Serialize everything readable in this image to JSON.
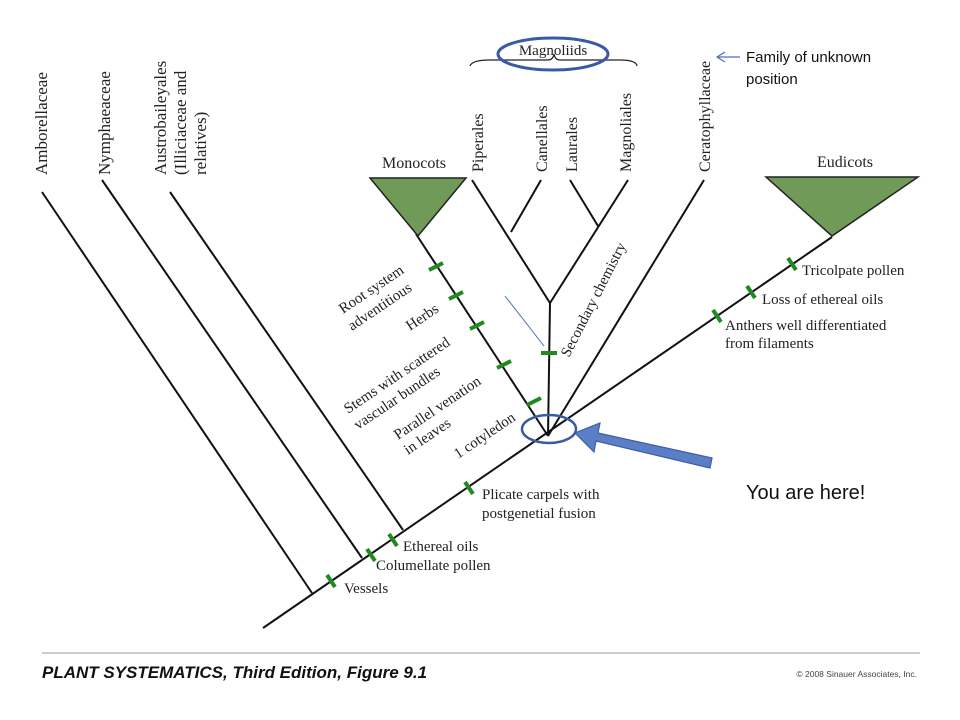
{
  "taxa": {
    "amborellaceae": "Amborellaceae",
    "nymphaeaceae": "Nymphaeaceae",
    "austrobaileyales": [
      "Austrobaileyales",
      "(Illiciaceae and",
      "relatives)"
    ],
    "monocots": "Monocots",
    "magnoliids": "Magnoliids",
    "piperales": "Piperales",
    "canellales": "Canellales",
    "laurales": "Laurales",
    "magnoliales": "Magnoliales",
    "ceratophyllaceae": "Ceratophyllaceae",
    "eudicots": "Eudicots"
  },
  "annotations": {
    "family_unknown": [
      "Family of unknown",
      "position"
    ],
    "you_are_here": "You are here!"
  },
  "characters": {
    "root_system": [
      "Root system",
      "adventitious"
    ],
    "herbs": "Herbs",
    "stems": [
      "Stems with scattered",
      "vascular bundles"
    ],
    "parallel": [
      "Parallel venation",
      "in leaves"
    ],
    "cotyledon": "1 cotyledon",
    "secondary_chemistry": "Secondary chemistry",
    "tricolpate": "Tricolpate pollen",
    "ethereal_loss": "Loss of ethereal oils",
    "anthers": [
      "Anthers well differentiated",
      "from filaments"
    ],
    "plicate": [
      "Plicate carpels with",
      "postgenetial fusion"
    ],
    "ethereal": "Ethereal oils",
    "columellate": "Columellate pollen",
    "vessels": "Vessels"
  },
  "footer": {
    "caption": "PLANT SYSTEMATICS, Third Edition, Figure 9.1",
    "copyright": "© 2008 Sinauer Associates, Inc."
  },
  "colors": {
    "clade_triangle": "#6f9a58",
    "synapomorphy_tick": "#1f8a1f",
    "highlight_ellipse": "#3b5aa6",
    "arrow_fill": "#5b7fc7"
  }
}
